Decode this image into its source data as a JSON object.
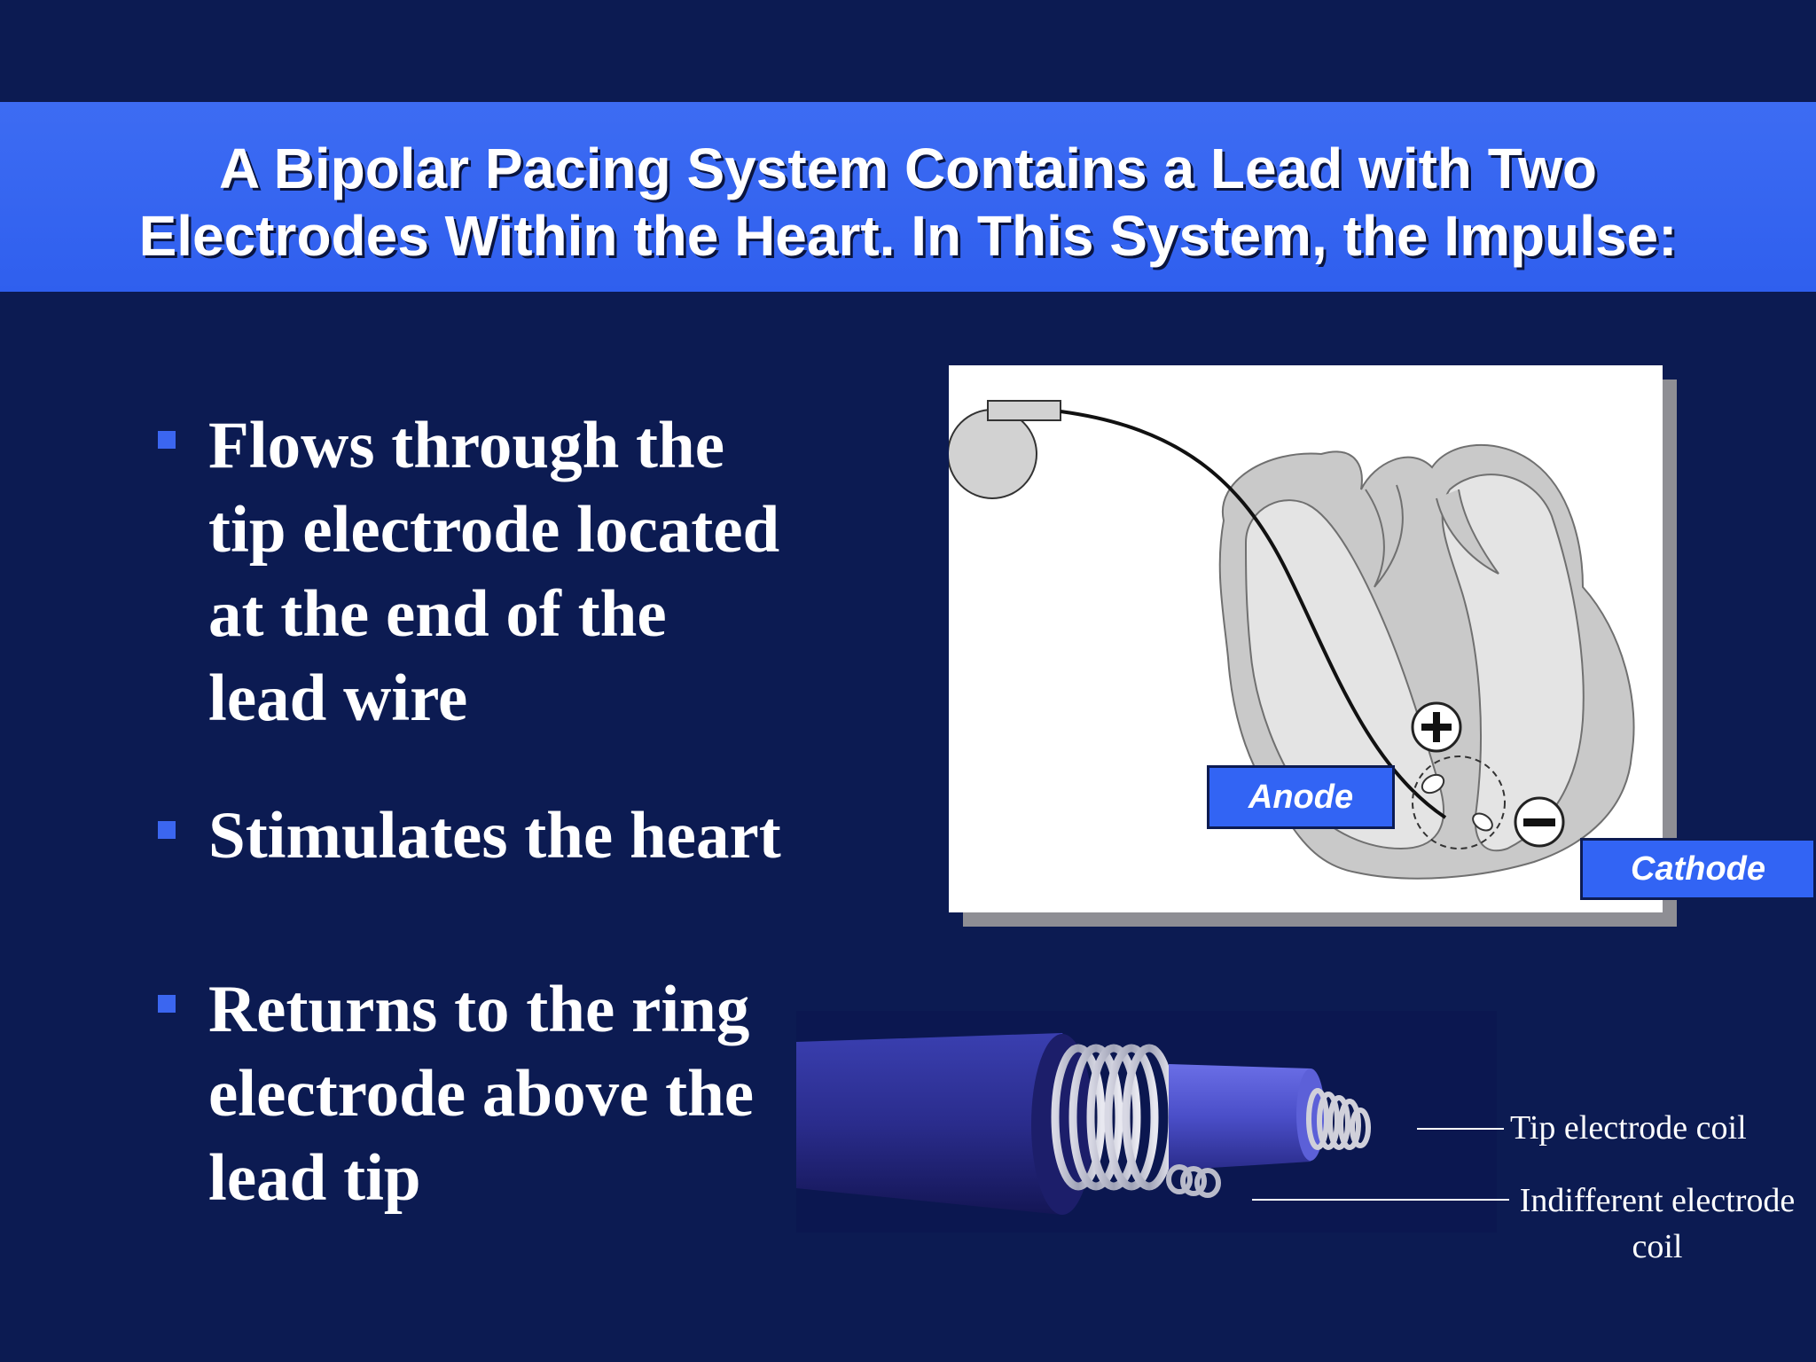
{
  "slide": {
    "title": {
      "line1": "A Bipolar Pacing System Contains a Lead with Two",
      "line2": "Electrodes Within the Heart. In This System, the Impulse:"
    },
    "bullets": [
      {
        "lines": [
          "Flows through the",
          "tip electrode located",
          "at the end of the",
          "lead wire"
        ]
      },
      {
        "lines": [
          "Stimulates the heart"
        ]
      },
      {
        "lines": [
          "Returns to the ring",
          "electrode above the",
          "lead tip"
        ]
      }
    ],
    "diagram": {
      "anode_label": "Anode",
      "cathode_label": "Cathode",
      "plus_symbol": "+",
      "minus_symbol": "−"
    },
    "lead": {
      "tip_label": "Tip electrode coil",
      "indifferent_label": "Indifferent electrode coil"
    },
    "colors": {
      "background": "#0c1b52",
      "title_band": "#3d6cf3",
      "bullet_marker": "#3b66f0",
      "callout_fill": "#3264f4"
    }
  }
}
